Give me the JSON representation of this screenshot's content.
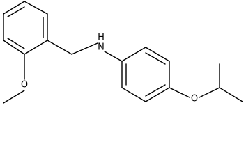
{
  "molecule": {
    "atoms": {
      "amine_nitrogen": "N",
      "amine_hydrogen": "H",
      "methoxy_oxygen": "O",
      "isopropoxy_oxygen": "O"
    }
  }
}
